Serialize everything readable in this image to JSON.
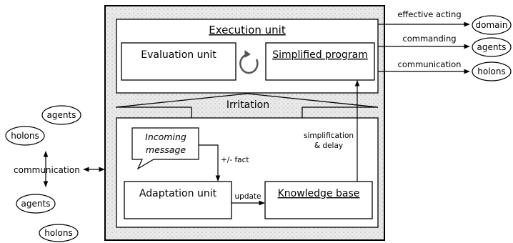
{
  "execution_unit": {
    "title": "Execution unit",
    "evaluation_unit": "Evaluation unit",
    "simplified_program": "Simplified program"
  },
  "irritation": "Irritation",
  "inner": {
    "incoming_message_line1": "Incoming",
    "incoming_message_line2": "message",
    "fact_label": "+/- fact",
    "adaptation_unit": "Adaptation unit",
    "update_label": "update",
    "knowledge_base": "Knowledge base",
    "simplification_line1": "simplification",
    "simplification_line2": "& delay"
  },
  "outputs": [
    {
      "arrow_label": "effective acting",
      "target": "domain"
    },
    {
      "arrow_label": "commanding",
      "target": "agents"
    },
    {
      "arrow_label": "communication",
      "target": "holons"
    }
  ],
  "left": {
    "agents_top": "agents",
    "holons_top": "holons",
    "communication": "communication",
    "agents_bottom": "agents",
    "holons_bottom": "holons"
  }
}
